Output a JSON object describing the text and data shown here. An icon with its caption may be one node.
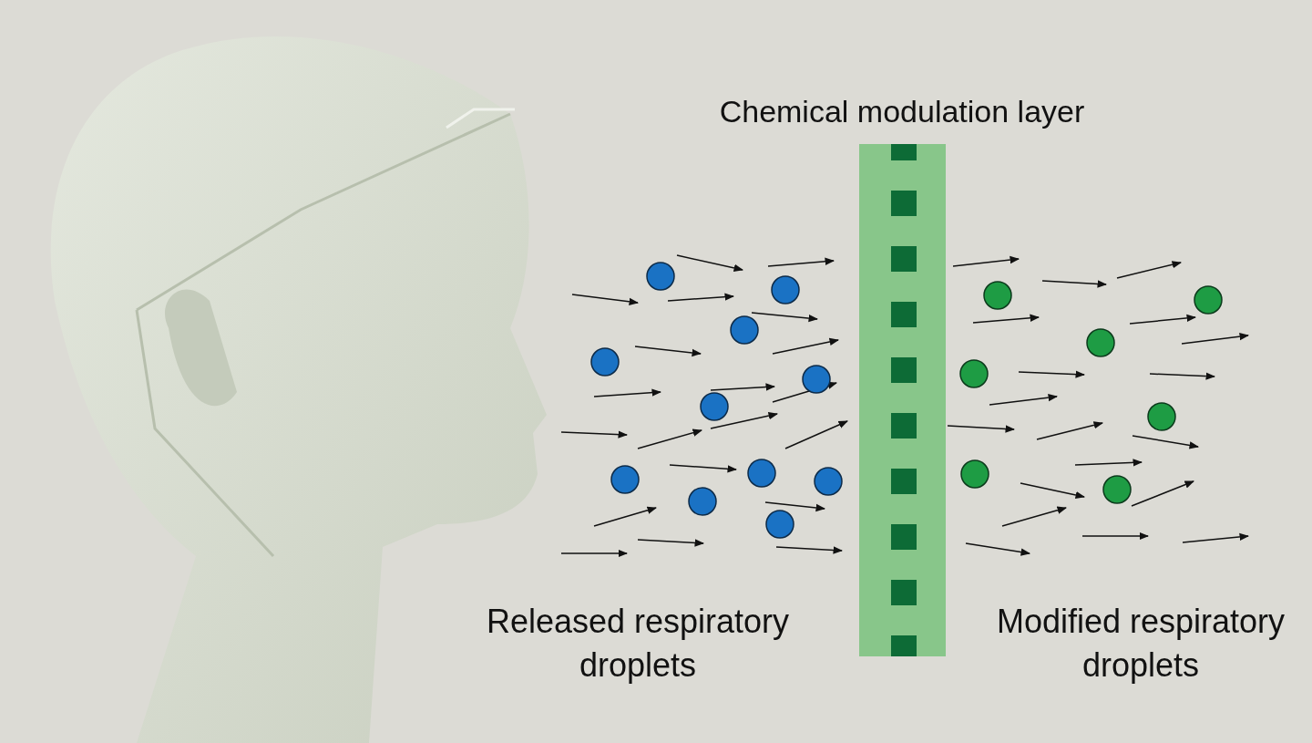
{
  "diagram": {
    "nodes": [
      {
        "text": [
          "Chemical modulation layer"
        ]
      }
    ],
    "labels": [
      "Released respiratory droplets",
      "Modified respiratory droplets"
    ]
  }
}
